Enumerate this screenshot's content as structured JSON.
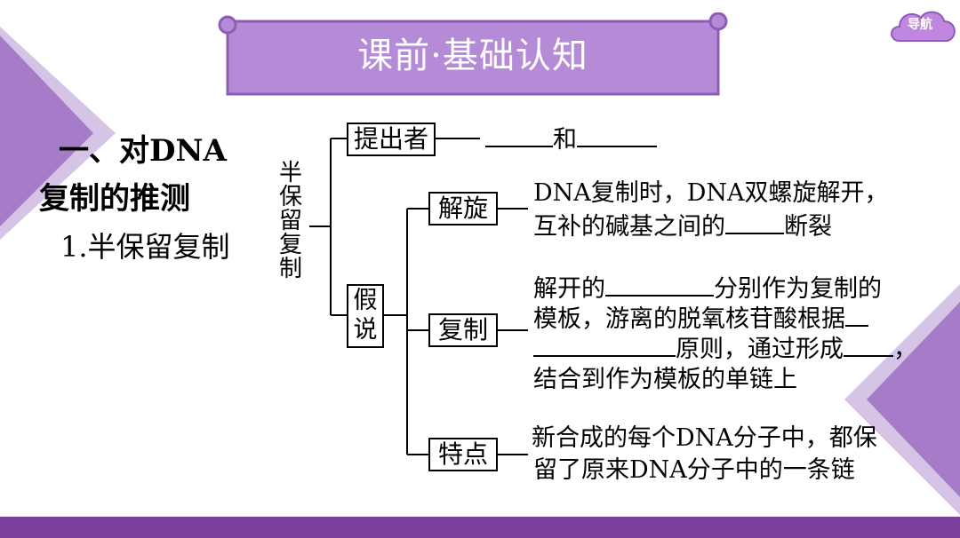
{
  "header": {
    "title": "课前·基础认知",
    "nav_label": "导航"
  },
  "section": {
    "heading_line1": "一、对DNA",
    "heading_line2": "复制的推测",
    "subheading": "1.半保留复制"
  },
  "diagram": {
    "root_chars": [
      "半",
      "保",
      "留",
      "复",
      "制"
    ],
    "proposer": {
      "label": "提出者",
      "text": "和"
    },
    "hypothesis_chars": [
      "假",
      "说"
    ],
    "unwind": {
      "label": "解旋",
      "line1": "DNA复制时，DNA双螺旋解开，",
      "line2_a": "互补的碱基之间的",
      "line2_b": "断裂"
    },
    "replicate": {
      "label": "复制",
      "line1_a": "解开的",
      "line1_b": "分别作为复制的",
      "line2": "模板，游离的脱氧核苷酸根据",
      "line3_a": "原则，通过形成",
      "line3_b": "，",
      "line4": "结合到作为模板的单链上"
    },
    "feature": {
      "label": "特点",
      "line1": "新合成的每个DNA分子中，都保",
      "line2": "留了原来DNA分子中的一条链"
    }
  },
  "colors": {
    "accent": "#8e5bb5",
    "banner": "#b58ad6",
    "bar": "#7a3f9c",
    "triangle": "#c8b0dc"
  }
}
